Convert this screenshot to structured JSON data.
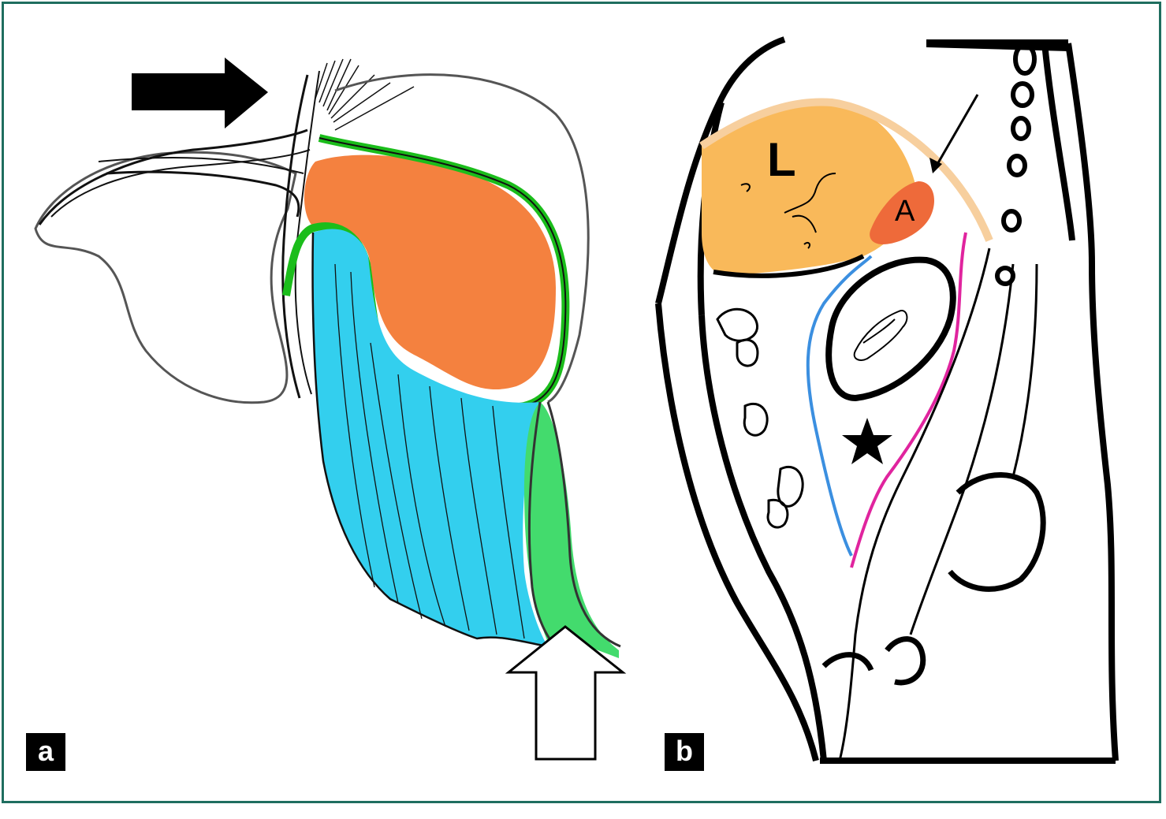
{
  "panels": {
    "a": {
      "badge": "a",
      "colors": {
        "orange": "#f4813f",
        "blue": "#33cfee",
        "green": "#1bbd1b",
        "light_green": "#43db6d"
      },
      "icons": [
        "black-arrow-icon",
        "white-arrow-icon"
      ]
    },
    "b": {
      "badge": "b",
      "label_liver": "L",
      "label_adrenal": "A",
      "colors": {
        "liver": "#f9b95a",
        "adrenal": "#ee6a3a",
        "blue_line": "#3b8fe0",
        "magenta_line": "#e0249e",
        "peritoneum": "#f7cf9e"
      },
      "icons": [
        "thin-arrow-icon",
        "star-icon"
      ]
    }
  },
  "frame_color": "#1f6e5f"
}
